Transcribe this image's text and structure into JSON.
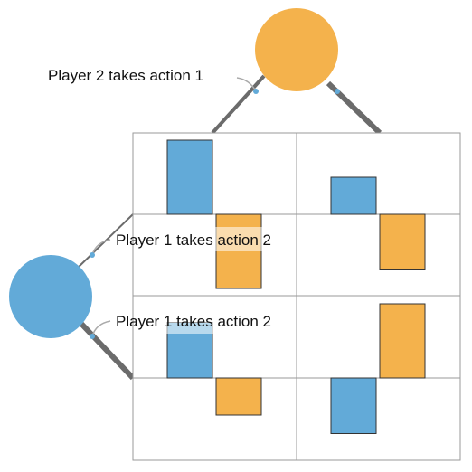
{
  "colors": {
    "player1": "#62aad8",
    "player2": "#f4b24c"
  },
  "labels": {
    "player2_action": "Player 2 takes action 1",
    "player1_action_a": "Player 1 takes action 2",
    "player1_action_b": "Player 1 takes action 2"
  },
  "payoff_matrix": {
    "rows": 2,
    "cols": 2,
    "cells": [
      {
        "row": 0,
        "col": 0,
        "player1": 1.0,
        "player2": -1.0
      },
      {
        "row": 0,
        "col": 1,
        "player1": 0.5,
        "player2": -0.75
      },
      {
        "row": 1,
        "col": 0,
        "player1": 0.75,
        "player2": -0.5
      },
      {
        "row": 1,
        "col": 1,
        "player1": -0.75,
        "player2": 1.0
      }
    ]
  }
}
